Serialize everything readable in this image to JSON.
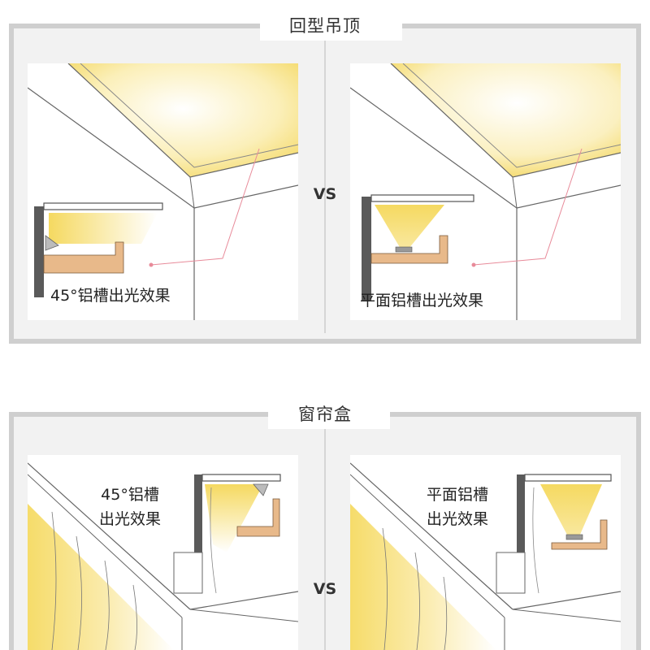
{
  "colors": {
    "frame": "#d0d0d0",
    "glow": "#f6dc6a",
    "wood": "#e8b98a",
    "wall": "#5a5a5a",
    "line": "#555555",
    "pink": "#e88b9a"
  },
  "top": {
    "title": "回型吊顶",
    "vs": "VS",
    "left_label": "45°铝槽出光效果",
    "right_label": "平面铝槽出光效果"
  },
  "bottom": {
    "title": "窗帘盒",
    "vs": "VS",
    "left_label_line1": "45°铝槽",
    "left_label_line2": "出光效果",
    "right_label_line1": "平面铝槽",
    "right_label_line2": "出光效果"
  }
}
